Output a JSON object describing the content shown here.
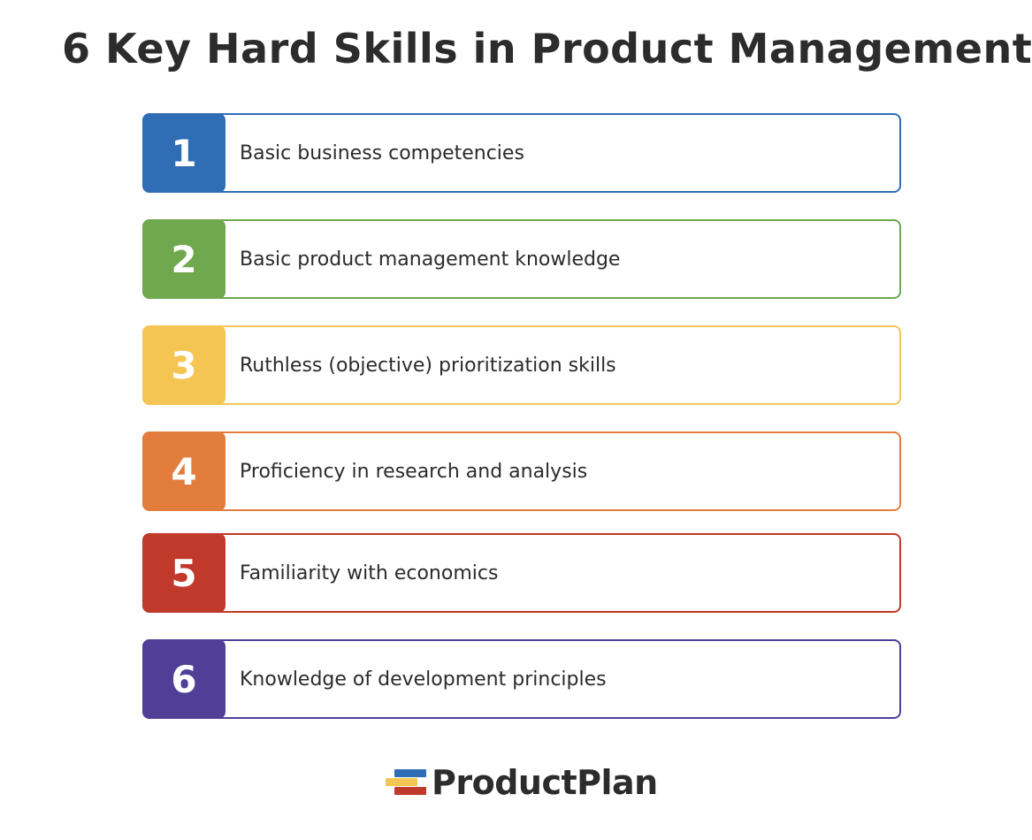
{
  "title": "6 Key Hard Skills in Product Management",
  "skills": [
    {
      "number": "1",
      "label": "Basic business competencies",
      "color": "#2f6db5"
    },
    {
      "number": "2",
      "label": "Basic product management knowledge",
      "color": "#6fa84f"
    },
    {
      "number": "3",
      "label": "Ruthless (objective) prioritization skills",
      "color": "#f4c553"
    },
    {
      "number": "4",
      "label": "Proficiency in research and analysis",
      "color": "#e27d3d"
    },
    {
      "number": "5",
      "label": "Familiarity with economics",
      "color": "#c0392b"
    },
    {
      "number": "6",
      "label": "Knowledge of development principles",
      "color": "#4f3f97"
    }
  ],
  "logo": {
    "text": "ProductPlan",
    "mark_colors": [
      "#2f6db5",
      "#f4c553",
      "#c0392b"
    ]
  }
}
